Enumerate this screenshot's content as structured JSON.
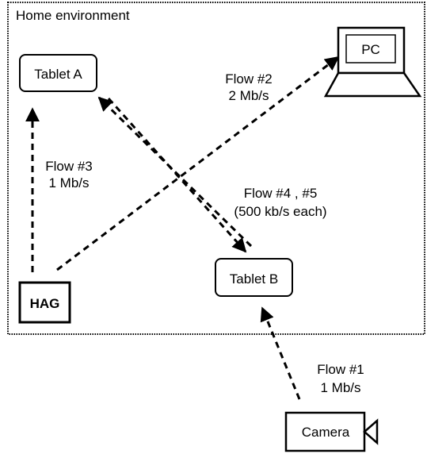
{
  "container": {
    "label": "Home environment"
  },
  "nodes": {
    "tablet_a": {
      "label": "Tablet A"
    },
    "tablet_b": {
      "label": "Tablet B"
    },
    "hag": {
      "label": "HAG"
    },
    "pc": {
      "label": "PC"
    },
    "camera": {
      "label": "Camera"
    }
  },
  "flows": {
    "flow1": {
      "name": "Flow #1",
      "rate": "1 Mb/s"
    },
    "flow2": {
      "name": "Flow #2",
      "rate": "2 Mb/s"
    },
    "flow3": {
      "name": "Flow #3",
      "rate": "1 Mb/s"
    },
    "flow45": {
      "name": "Flow #4 , #5",
      "rate": "(500 kb/s each)"
    }
  }
}
